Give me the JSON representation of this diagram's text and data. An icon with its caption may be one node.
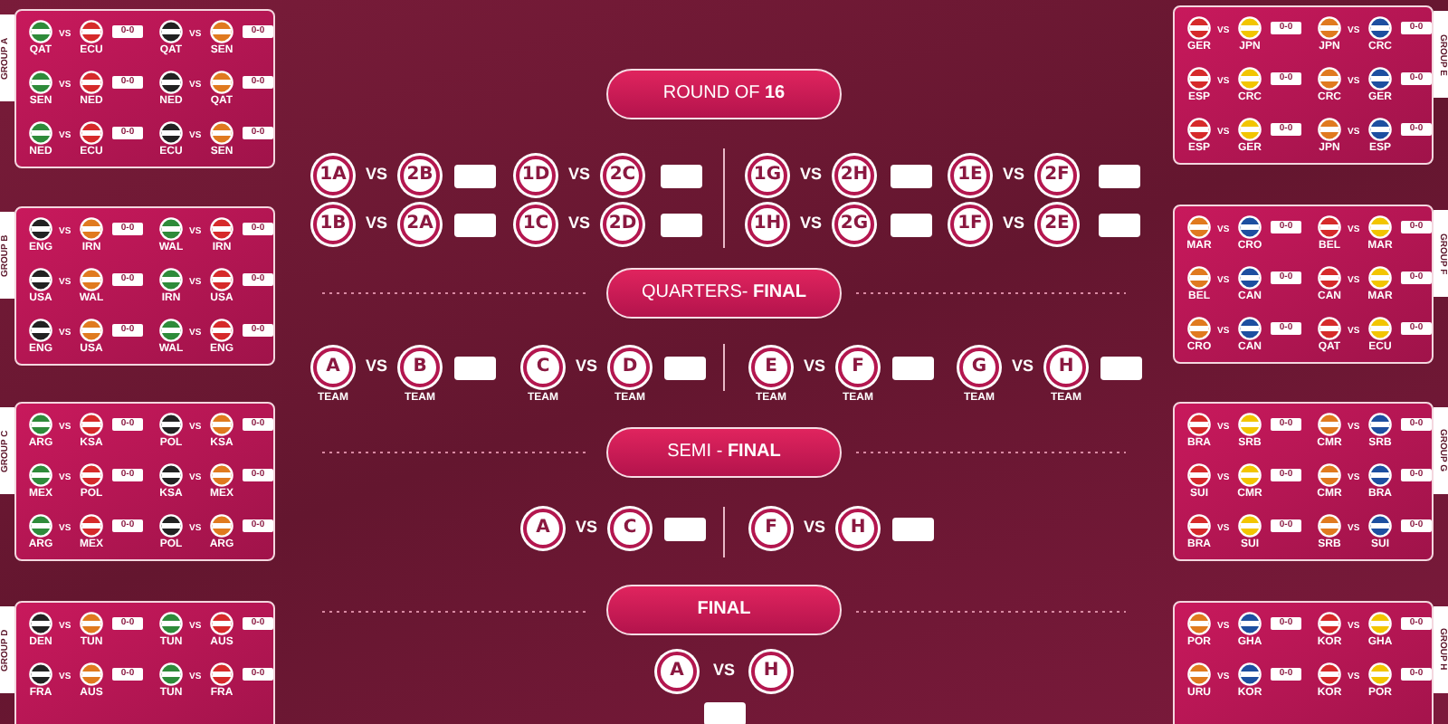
{
  "diagram": {
    "nodes": [
      {
        "text": [
          "GROUP A"
        ]
      },
      {
        "text": [],
        "shape": "picture",
        "beside": [
          "QAT"
        ],
        "in": 0
      },
      {
        "text": [],
        "shape": "picture",
        "beside": [
          "ECU"
        ],
        "in": 0
      },
      {
        "text": [
          "0-0"
        ],
        "in": 0
      },
      {
        "text": [],
        "shape": "picture",
        "beside": [
          "QAT"
        ],
        "in": 0
      },
      {
        "text": [],
        "shape": "picture",
        "beside": [
          "SEN"
        ],
        "in": 0
      },
      {
        "text": [
          "0-0"
        ],
        "in": 0
      },
      {
        "text": [],
        "shape": "picture",
        "beside": [
          "SEN"
        ],
        "in": 0
      },
      {
        "text": [],
        "shape": "picture",
        "beside": [
          "NED"
        ],
        "in": 0
      },
      {
        "text": [
          "0-0"
        ],
        "in": 0
      },
      {
        "text": [],
        "shape": "picture",
        "beside": [
          "NED"
        ],
        "in": 0
      },
      {
        "text": [],
        "shape": "picture",
        "beside": [
          "QAT"
        ],
        "in": 0
      },
      {
        "text": [
          "0-0"
        ],
        "in": 0
      },
      {
        "text": [],
        "shape": "picture",
        "beside": [
          "NED"
        ],
        "in": 0
      },
      {
        "text": [],
        "shape": "picture",
        "beside": [
          "ECU"
        ],
        "in": 0
      },
      {
        "text": [
          "0-0"
        ],
        "in": 0
      },
      {
        "text": [],
        "shape": "picture",
        "beside": [
          "ECU"
        ],
        "in": 0
      },
      {
        "text": [],
        "shape": "picture",
        "beside": [
          "SEN"
        ],
        "in": 0
      },
      {
        "text": [
          "0-0"
        ],
        "in": 0
      },
      {
        "text": [
          "GROUP E"
        ]
      },
      {
        "text": [],
        "shape": "picture",
        "beside": [
          "GER"
        ],
        "in": 19
      },
      {
        "text": [],
        "shape": "picture",
        "beside": [
          "JPN"
        ],
        "in": 19
      },
      {
        "text": [
          "0-0"
        ],
        "in": 19
      },
      {
        "text": [],
        "shape": "picture",
        "beside": [
          "JPN"
        ],
        "in": 19
      },
      {
        "text": [],
        "shape": "picture",
        "beside": [
          "CRC"
        ],
        "in": 19
      },
      {
        "text": [
          "0-0"
        ],
        "in": 19
      },
      {
        "text": [],
        "shape": "picture",
        "beside": [
          "ESP"
        ],
        "in": 19
      },
      {
        "text": [],
        "shape": "picture",
        "beside": [
          "CRC"
        ],
        "in": 19
      },
      {
        "text": [
          "0-0"
        ],
        "in": 19
      },
      {
        "text": [],
        "shape": "picture",
        "beside": [
          "CRC"
        ],
        "in": 19
      },
      {
        "text": [],
        "shape": "picture",
        "beside": [
          "GER"
        ],
        "in": 19
      },
      {
        "text": [
          "0-0"
        ],
        "in": 19
      },
      {
        "text": [],
        "shape": "picture",
        "beside": [
          "ESP"
        ],
        "in": 19
      },
      {
        "text": [],
        "shape": "picture",
        "beside": [
          "GER"
        ],
        "in": 19
      },
      {
        "text": [
          "0-0"
        ],
        "in": 19
      },
      {
        "text": [],
        "shape": "picture",
        "beside": [
          "JPN"
        ],
        "in": 19
      },
      {
        "text": [],
        "shape": "picture",
        "beside": [
          "ESP"
        ],
        "in": 19
      },
      {
        "text": [
          "0-0"
        ],
        "in": 19
      },
      {
        "text": [
          "ROUND OF **16**"
        ]
      },
      {
        "text": [
          "1A"
        ]
      },
      {
        "text": [
          "2B"
        ]
      },
      {
        "text": [],
        "shape": "box"
      },
      {
        "text": [
          "1D"
        ]
      },
      {
        "text": [
          "2C"
        ]
      },
      {
        "text": [],
        "shape": "box"
      },
      {
        "text": [
          "1G"
        ]
      },
      {
        "text": [
          "2H"
        ]
      },
      {
        "text": [],
        "shape": "box"
      },
      {
        "text": [
          "1E"
        ]
      },
      {
        "text": [
          "2F"
        ]
      },
      {
        "text": [],
        "shape": "box"
      },
      {
        "text": [
          "1B"
        ]
      },
      {
        "text": [
          "2A"
        ]
      },
      {
        "text": [],
        "shape": "box"
      },
      {
        "text": [
          "1C"
        ]
      },
      {
        "text": [
          "2D"
        ]
      },
      {
        "text": [],
        "shape": "box"
      },
      {
        "text": [
          "1H"
        ]
      },
      {
        "text": [
          "2G"
        ]
      },
      {
        "text": [],
        "shape": "box"
      },
      {
        "text": [
          "1F"
        ]
      },
      {
        "text": [
          "2E"
        ]
      },
      {
        "text": [],
        "shape": "box"
      },
      {
        "text": [
          "GROUP B"
        ]
      },
      {
        "text": [],
        "shape": "picture",
        "beside": [
          "ENG"
        ],
        "in": 63
      },
      {
        "text": [],
        "shape": "picture",
        "beside": [
          "IRN"
        ],
        "in": 63
      },
      {
        "text": [
          "0-0"
        ],
        "in": 63
      },
      {
        "text": [],
        "shape": "picture",
        "beside": [
          "WAL"
        ],
        "in": 63
      },
      {
        "text": [],
        "shape": "picture",
        "beside": [
          "IRN"
        ],
        "in": 63
      },
      {
        "text": [
          "0-0"
        ],
        "in": 63
      },
      {
        "text": [],
        "shape": "picture",
        "beside": [
          "USA"
        ],
        "in": 63
      },
      {
        "text": [],
        "shape": "picture",
        "beside": [
          "WAL"
        ],
        "in": 63
      },
      {
        "text": [
          "0-0"
        ],
        "in": 63
      },
      {
        "text": [],
        "shape": "picture",
        "beside": [
          "IRN"
        ],
        "in": 63
      },
      {
        "text": [],
        "shape": "picture",
        "beside": [
          "USA"
        ],
        "in": 63
      },
      {
        "text": [
          "0-0"
        ],
        "in": 63
      },
      {
        "text": [],
        "shape": "picture",
        "beside": [
          "ENG"
        ],
        "in": 63
      },
      {
        "text": [],
        "shape": "picture",
        "beside": [
          "USA"
        ],
        "in": 63
      },
      {
        "text": [
          "0-0"
        ],
        "in": 63
      },
      {
        "text": [],
        "shape": "picture",
        "beside": [
          "WAL"
        ],
        "in": 63
      },
      {
        "text": [],
        "shape": "picture",
        "beside": [
          "ENG"
        ],
        "in": 63
      },
      {
        "text": [
          "0-0"
        ],
        "in": 63
      },
      {
        "text": [
          "GROUP F"
        ]
      },
      {
        "text": [],
        "shape": "picture",
        "beside": [
          "MAR"
        ],
        "in": 82
      },
      {
        "text": [],
        "shape": "picture",
        "beside": [
          "CRO"
        ],
        "in": 82
      },
      {
        "text": [
          "0-0"
        ],
        "in": 82
      },
      {
        "text": [],
        "shape": "picture",
        "beside": [
          "BEL"
        ],
        "in": 82
      },
      {
        "text": [],
        "shape": "picture",
        "beside": [
          "MAR"
        ],
        "in": 82
      },
      {
        "text": [
          "0-0"
        ],
        "in": 82
      },
      {
        "text": [],
        "shape": "picture",
        "beside": [
          "BEL"
        ],
        "in": 82
      },
      {
        "text": [],
        "shape": "picture",
        "beside": [
          "CAN"
        ],
        "in": 82
      },
      {
        "text": [
          "0-0"
        ],
        "in": 82
      },
      {
        "text": [],
        "shape": "picture",
        "beside": [
          "CAN"
        ],
        "in": 82
      },
      {
        "text": [],
        "shape": "picture",
        "beside": [
          "MAR"
        ],
        "in": 82
      },
      {
        "text": [
          "0-0"
        ],
        "in": 82
      },
      {
        "text": [],
        "shape": "picture",
        "beside": [
          "CRO"
        ],
        "in": 82
      },
      {
        "text": [],
        "shape": "picture",
        "beside": [
          "CAN"
        ],
        "in": 82
      },
      {
        "text": [
          "0-0"
        ],
        "in": 82
      },
      {
        "text": [],
        "shape": "picture",
        "beside": [
          "QAT"
        ],
        "in": 82
      },
      {
        "text": [],
        "shape": "picture",
        "beside": [
          "ECU"
        ],
        "in": 82
      },
      {
        "text": [
          "0-0"
        ],
        "in": 82
      },
      {
        "text": [
          "QUARTERS- **FINAL**"
        ]
      },
      {
        "text": [
          "A"
        ],
        "beside": [
          "TEAM"
        ]
      },
      {
        "text": [
          "B"
        ],
        "beside": [
          "TEAM"
        ]
      },
      {
        "text": [],
        "shape": "box"
      },
      {
        "text": [
          "C"
        ],
        "beside": [
          "TEAM"
        ]
      },
      {
        "text": [
          "D"
        ],
        "beside": [
          "TEAM"
        ]
      },
      {
        "text": [],
        "shape": "box"
      },
      {
        "text": [
          "E"
        ],
        "beside": [
          "TEAM"
        ]
      },
      {
        "text": [
          "F"
        ],
        "beside": [
          "TEAM"
        ]
      },
      {
        "text": [],
        "shape": "box"
      },
      {
        "text": [
          "G"
        ],
        "beside": [
          "TEAM"
        ]
      },
      {
        "text": [
          "H"
        ],
        "beside": [
          "TEAM"
        ]
      },
      {
        "text": [],
        "shape": "box"
      },
      {
        "text": [
          "GROUP C"
        ]
      },
      {
        "text": [],
        "shape": "picture",
        "beside": [
          "ARG"
        ],
        "in": 114
      },
      {
        "text": [],
        "shape": "picture",
        "beside": [
          "KSA"
        ],
        "in": 114
      },
      {
        "text": [
          "0-0"
        ],
        "in": 114
      },
      {
        "text": [],
        "shape": "picture",
        "beside": [
          "POL"
        ],
        "in": 114
      },
      {
        "text": [],
        "shape": "picture",
        "beside": [
          "KSA"
        ],
        "in": 114
      },
      {
        "text": [
          "0-0"
        ],
        "in": 114
      },
      {
        "text": [],
        "shape": "picture",
        "beside": [
          "MEX"
        ],
        "in": 114
      },
      {
        "text": [],
        "shape": "picture",
        "beside": [
          "POL"
        ],
        "in": 114
      },
      {
        "text": [
          "0-0"
        ],
        "in": 114
      },
      {
        "text": [],
        "shape": "picture",
        "beside": [
          "KSA"
        ],
        "in": 114
      },
      {
        "text": [],
        "shape": "picture",
        "beside": [
          "MEX"
        ],
        "in": 114
      },
      {
        "text": [
          "0-0"
        ],
        "in": 114
      },
      {
        "text": [],
        "shape": "picture",
        "beside": [
          "ARG"
        ],
        "in": 114
      },
      {
        "text": [],
        "shape": "picture",
        "beside": [
          "MEX"
        ],
        "in": 114
      },
      {
        "text": [
          "0-0"
        ],
        "in": 114
      },
      {
        "text": [],
        "shape": "picture",
        "beside": [
          "POL"
        ],
        "in": 114
      },
      {
        "text": [],
        "shape": "picture",
        "beside": [
          "ARG"
        ],
        "in": 114
      },
      {
        "text": [
          "0-0"
        ],
        "in": 114
      },
      {
        "text": [
          "GROUP G"
        ]
      },
      {
        "text": [],
        "shape": "picture",
        "beside": [
          "BRA"
        ],
        "in": 133
      },
      {
        "text": [],
        "shape": "picture",
        "beside": [
          "SRB"
        ],
        "in": 133
      },
      {
        "text": [
          "0-0"
        ],
        "in": 133
      },
      {
        "text": [],
        "shape": "picture",
        "beside": [
          "CMR"
        ],
        "in": 133
      },
      {
        "text": [],
        "shape": "picture",
        "beside": [
          "SRB"
        ],
        "in": 133
      },
      {
        "text": [
          "0-0"
        ],
        "in": 133
      },
      {
        "text": [],
        "shape": "picture",
        "beside": [
          "SUI"
        ],
        "in": 133
      },
      {
        "text": [],
        "shape": "picture",
        "beside": [
          "CMR"
        ],
        "in": 133
      },
      {
        "text": [
          "0-0"
        ],
        "in": 133
      },
      {
        "text": [],
        "shape": "picture",
        "beside": [
          "CMR"
        ],
        "in": 133
      },
      {
        "text": [],
        "shape": "picture",
        "beside": [
          "BRA"
        ],
        "in": 133
      },
      {
        "text": [
          "0-0"
        ],
        "in": 133
      },
      {
        "text": [],
        "shape": "picture",
        "beside": [
          "BRA"
        ],
        "in": 133
      },
      {
        "text": [],
        "shape": "picture",
        "beside": [
          "SUI"
        ],
        "in": 133
      },
      {
        "text": [
          "0-0"
        ],
        "in": 133
      },
      {
        "text": [],
        "shape": "picture",
        "beside": [
          "SRB"
        ],
        "in": 133
      },
      {
        "text": [],
        "shape": "picture",
        "beside": [
          "SUI"
        ],
        "in": 133
      },
      {
        "text": [
          "0-0"
        ],
        "in": 133
      },
      {
        "text": [
          "SEMI - **FINAL**"
        ]
      },
      {
        "text": [
          "A"
        ]
      },
      {
        "text": [
          "C"
        ]
      },
      {
        "text": [],
        "shape": "box"
      },
      {
        "text": [
          "F"
        ]
      },
      {
        "text": [
          "H"
        ]
      },
      {
        "text": [],
        "shape": "box"
      },
      {
        "text": [
          "GROUP D"
        ]
      },
      {
        "text": [],
        "shape": "picture",
        "beside": [
          "DEN"
        ],
        "in": 159
      },
      {
        "text": [],
        "shape": "picture",
        "beside": [
          "TUN"
        ],
        "in": 159
      },
      {
        "text": [
          "0-0"
        ],
        "in": 159
      },
      {
        "text": [],
        "shape": "picture",
        "beside": [
          "TUN"
        ],
        "in": 159
      },
      {
        "text": [],
        "shape": "picture",
        "beside": [
          "AUS"
        ],
        "in": 159
      },
      {
        "text": [
          "0-0"
        ],
        "in": 159
      },
      {
        "text": [],
        "shape": "picture",
        "beside": [
          "FRA"
        ],
        "in": 159
      },
      {
        "text": [],
        "shape": "picture",
        "beside": [
          "AUS"
        ],
        "in": 159
      },
      {
        "text": [
          "0-0"
        ],
        "in": 159
      },
      {
        "text": [],
        "shape": "picture",
        "beside": [
          "TUN"
        ],
        "in": 159
      },
      {
        "text": [],
        "shape": "picture",
        "beside": [
          "FRA"
        ],
        "in": 159
      },
      {
        "text": [
          "0-0"
        ],
        "in": 159
      },
      {
        "text": [
          "GROUP H"
        ]
      },
      {
        "text": [],
        "shape": "picture",
        "beside": [
          "POR"
        ],
        "in": 172
      },
      {
        "text": [],
        "shape": "picture",
        "beside": [
          "GHA"
        ],
        "in": 172
      },
      {
        "text": [
          "0-0"
        ],
        "in": 172
      },
      {
        "text": [],
        "shape": "picture",
        "beside": [
          "KOR"
        ],
        "in": 172
      },
      {
        "text": [],
        "shape": "picture",
        "beside": [
          "GHA"
        ],
        "in": 172
      },
      {
        "text": [
          "0-0"
        ],
        "in": 172
      },
      {
        "text": [],
        "shape": "picture",
        "beside": [
          "URU"
        ],
        "in": 172
      },
      {
        "text": [],
        "shape": "picture",
        "beside": [
          "KOR"
        ],
        "in": 172
      },
      {
        "text": [
          "0-0"
        ],
        "in": 172
      },
      {
        "text": [],
        "shape": "picture",
        "beside": [
          "KOR"
        ],
        "in": 172
      },
      {
        "text": [],
        "shape": "picture",
        "beside": [
          "POR"
        ],
        "in": 172
      },
      {
        "text": [
          "0-0"
        ],
        "in": 172
      },
      {
        "text": [
          "FINAL"
        ]
      },
      {
        "text": [
          "A"
        ]
      },
      {
        "text": [
          "H"
        ]
      },
      {
        "text": [],
        "shape": "box"
      }
    ],
    "edges": [],
    "labels": [
      "VS",
      "VS",
      "VS",
      "VS",
      "VS",
      "VS",
      "VS",
      "VS",
      "VS",
      "VS",
      "VS",
      "VS",
      "VS",
      "VS",
      "VS",
      "VS",
      "VS",
      "VS",
      "VS",
      "VS",
      "VS",
      "VS",
      "VS",
      "VS",
      "VS",
      "VS",
      "VS",
      "VS",
      "VS",
      "VS",
      "VS",
      "VS",
      "VS",
      "VS",
      "VS",
      "VS",
      "VS",
      "VS",
      "VS",
      "VS",
      "VS",
      "VS",
      "VS",
      "VS",
      "VS",
      "VS",
      "VS",
      "VS",
      "VS",
      "VS",
      "VS",
      "VS",
      "VS",
      "VS",
      "VS",
      "VS",
      "VS",
      "VS",
      "VS"
    ]
  }
}
